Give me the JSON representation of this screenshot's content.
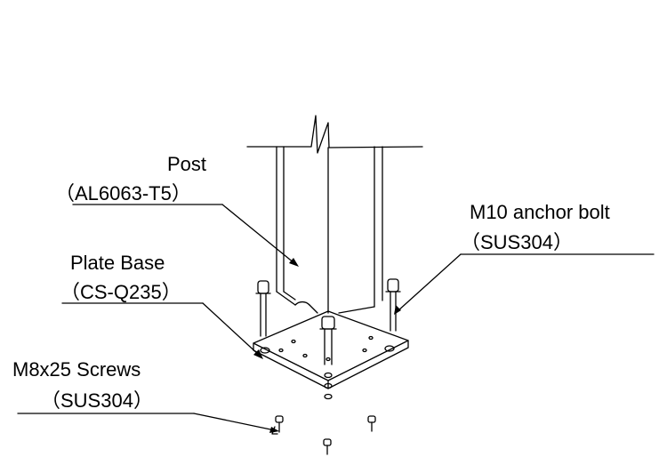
{
  "labels": {
    "post": {
      "name": "Post",
      "material": "（AL6063-T5）"
    },
    "anchor_bolt": {
      "name": "M10 anchor bolt",
      "material": "（SUS304）"
    },
    "plate_base": {
      "name": "Plate Base",
      "material": "（CS-Q235）"
    },
    "screws": {
      "name": "M8x25 Screws",
      "material": "（SUS304）"
    }
  }
}
